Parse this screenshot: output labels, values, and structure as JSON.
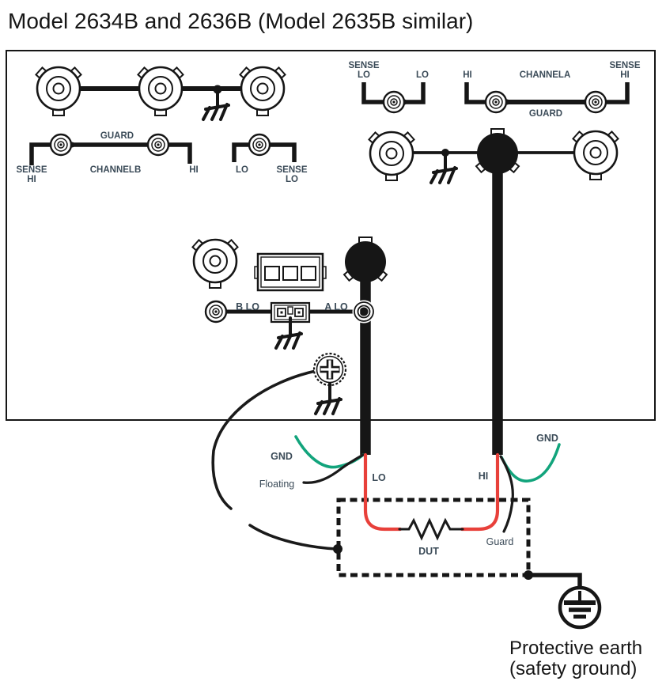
{
  "title": "Model 2634B and 2636B (Model 2635B similar)",
  "colors": {
    "wire_red": "#e8403a",
    "wire_green": "#12a47c",
    "wire_black": "#1a1a1a",
    "label_text": "#3b4b58"
  },
  "panel_labels": {
    "sense": "SENSE",
    "lo": "LO",
    "hi": "HI",
    "guard": "GUARD",
    "channel_a": "CHANNELA",
    "channel_b": "CHANNELB",
    "b_lo": "B LO",
    "a_lo": "A LO"
  },
  "wiring_labels": {
    "gnd": "GND",
    "floating": "Floating",
    "lo": "LO",
    "hi": "HI",
    "dut": "DUT",
    "guard": "Guard",
    "protective_earth_1": "Protective earth",
    "protective_earth_2": "(safety ground)"
  }
}
